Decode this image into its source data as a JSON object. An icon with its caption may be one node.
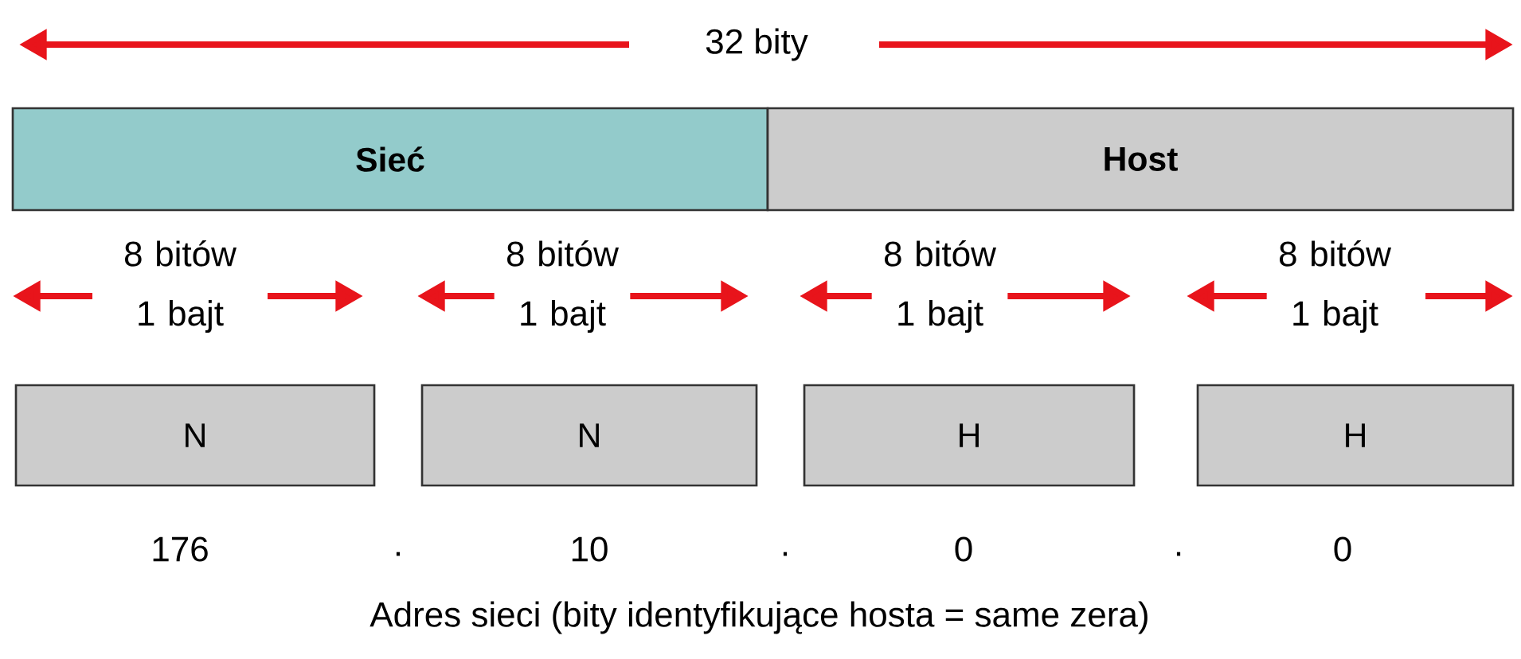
{
  "diagram": {
    "caption": "Adres sieci (bity identyfikujące hosta = same zera)",
    "nodes": [
      {
        "text": [
          "Sieć"
        ]
      },
      {
        "text": [
          "Host"
        ]
      },
      {
        "text": [
          "N"
        ]
      },
      {
        "text": [
          "N"
        ]
      },
      {
        "text": [
          "H"
        ]
      },
      {
        "text": [
          "H"
        ]
      }
    ],
    "edges": [],
    "labels": [
      "32 bity",
      "8 bitów 1 bajt",
      "8 bitów 1 bajt",
      "8 bitów 1 bajt",
      "8 bitów 1 bajt",
      "176",
      ".",
      "10",
      ".",
      "0",
      ".",
      "0"
    ]
  }
}
